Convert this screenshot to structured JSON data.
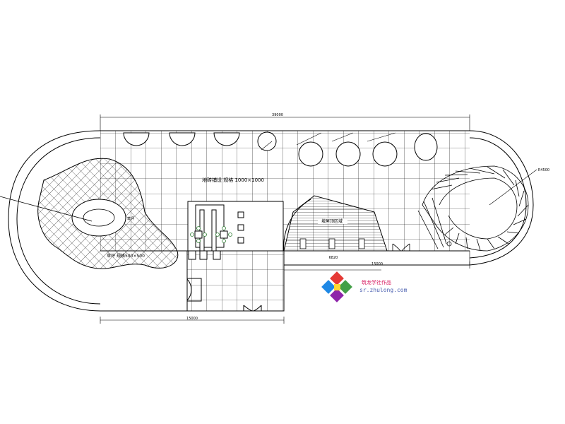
{
  "dimensions": {
    "top_overall": "39000",
    "bottom_left": "15000",
    "bottom_center": "6820",
    "bottom_right": "15000",
    "right_tag": "R4500"
  },
  "labels": {
    "main_floor": "地砖铺设 规格 1000×1000",
    "lawn": "草坪",
    "lawn_paving": "草坪 规格500×500",
    "roof_area": "坡屋顶区域"
  },
  "watermark": {
    "text_cn": "筑龙学社作品",
    "url": "sr.zhulong.com",
    "colors": [
      "#e53935",
      "#43a047",
      "#1e88e5",
      "#fdd835",
      "#8e24aa"
    ]
  }
}
